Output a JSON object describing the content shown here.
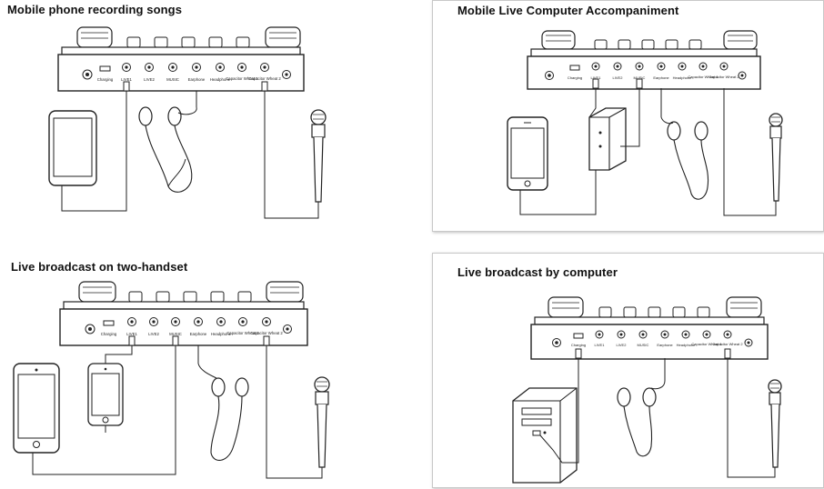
{
  "panels": [
    {
      "title": "Mobile phone recording songs"
    },
    {
      "title": "Mobile Live Computer Accompaniment"
    },
    {
      "title": "Live broadcast on two-handset"
    },
    {
      "title": "Live broadcast by computer"
    }
  ],
  "ports": [
    "Charging",
    "LIVE1",
    "LIVE2",
    "MUSIC",
    "Earphone",
    "Headphone",
    "Capacitor Wheat 1",
    "Capacitor Wheat 2"
  ],
  "colors": {
    "line": "#222222",
    "frame": "#c8c8c8"
  }
}
